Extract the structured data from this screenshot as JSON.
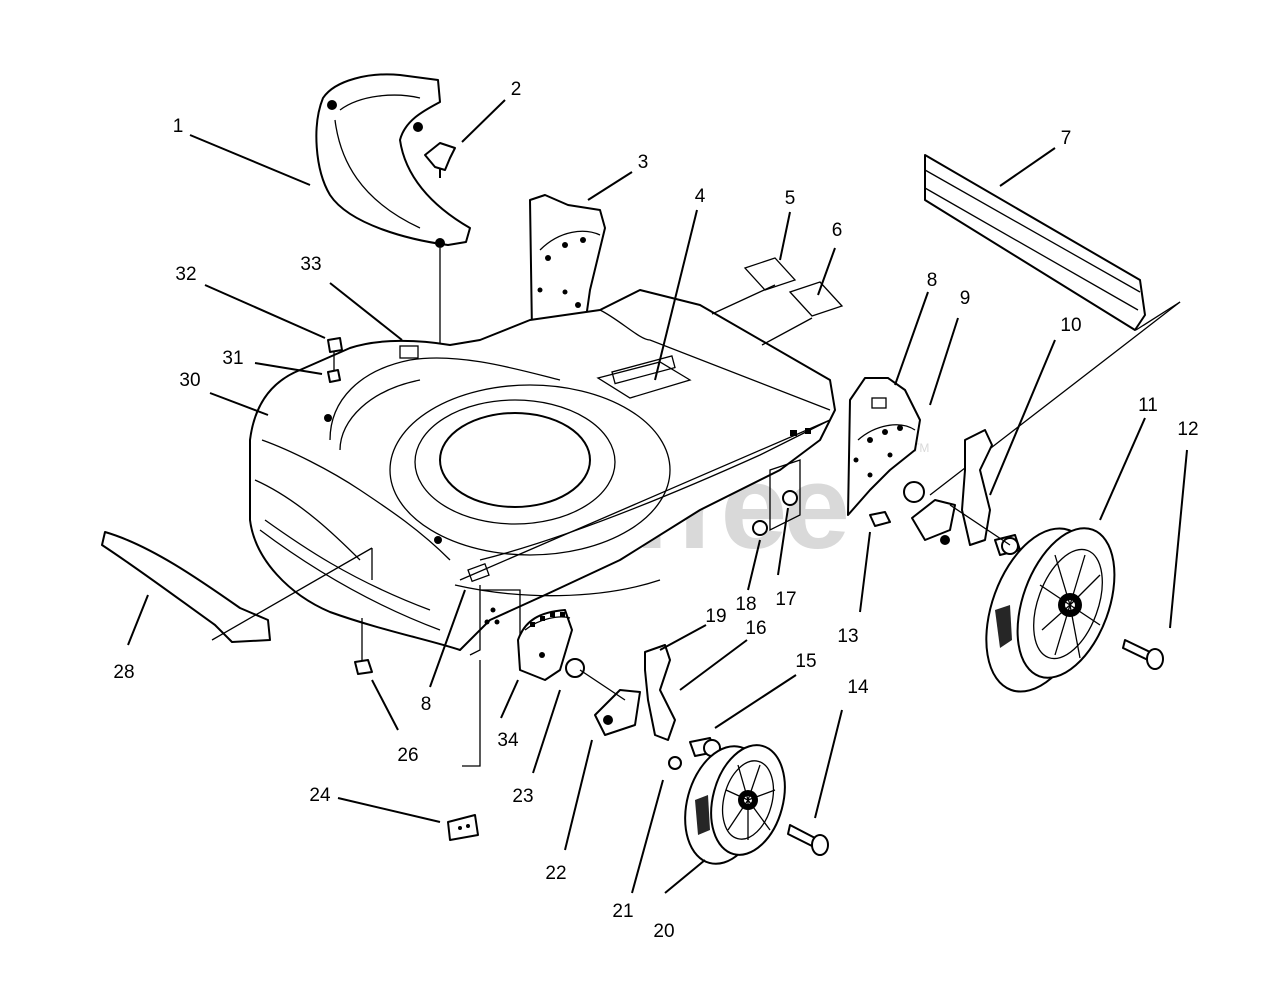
{
  "watermark": {
    "text": "PartsTree",
    "trademark": "TM"
  },
  "callouts": [
    {
      "id": "callout-1",
      "text": "1"
    },
    {
      "id": "callout-2",
      "text": "2"
    },
    {
      "id": "callout-3",
      "text": "3"
    },
    {
      "id": "callout-4",
      "text": "4"
    },
    {
      "id": "callout-5",
      "text": "5"
    },
    {
      "id": "callout-6",
      "text": "6"
    },
    {
      "id": "callout-7",
      "text": "7"
    },
    {
      "id": "callout-8a",
      "text": "8"
    },
    {
      "id": "callout-9",
      "text": "9"
    },
    {
      "id": "callout-10",
      "text": "10"
    },
    {
      "id": "callout-11",
      "text": "11"
    },
    {
      "id": "callout-12",
      "text": "12"
    },
    {
      "id": "callout-13",
      "text": "13"
    },
    {
      "id": "callout-14",
      "text": "14"
    },
    {
      "id": "callout-15",
      "text": "15"
    },
    {
      "id": "callout-16",
      "text": "16"
    },
    {
      "id": "callout-17",
      "text": "17"
    },
    {
      "id": "callout-18",
      "text": "18"
    },
    {
      "id": "callout-19",
      "text": "19"
    },
    {
      "id": "callout-20",
      "text": "20"
    },
    {
      "id": "callout-21",
      "text": "21"
    },
    {
      "id": "callout-22",
      "text": "22"
    },
    {
      "id": "callout-23",
      "text": "23"
    },
    {
      "id": "callout-24",
      "text": "24"
    },
    {
      "id": "callout-26",
      "text": "26"
    },
    {
      "id": "callout-28",
      "text": "28"
    },
    {
      "id": "callout-30",
      "text": "30"
    },
    {
      "id": "callout-31",
      "text": "31"
    },
    {
      "id": "callout-32",
      "text": "32"
    },
    {
      "id": "callout-33",
      "text": "33"
    },
    {
      "id": "callout-34",
      "text": "34"
    },
    {
      "id": "callout-8b",
      "text": "8"
    }
  ]
}
